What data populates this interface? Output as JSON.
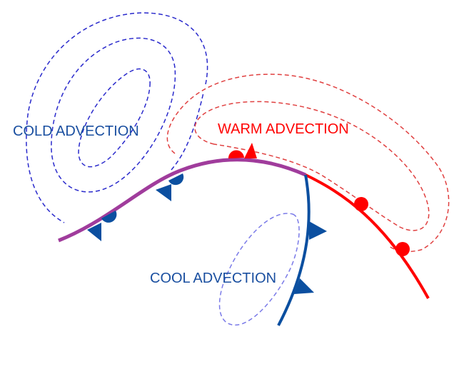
{
  "labels": {
    "cold": "COLD ADVECTION",
    "warm": "WARM ADVECTION",
    "cool": "COOL ADVECTION"
  },
  "colors": {
    "cold_contour": "#2a2acc",
    "warm_contour": "#e04040",
    "cool_contour": "#7a7ae8",
    "occluded_front": "#a03c9c",
    "warm_front": "#ff0000",
    "cold_front": "#0b4fa0",
    "label_blue": "#1a4fa0",
    "label_red": "#ff0000"
  }
}
